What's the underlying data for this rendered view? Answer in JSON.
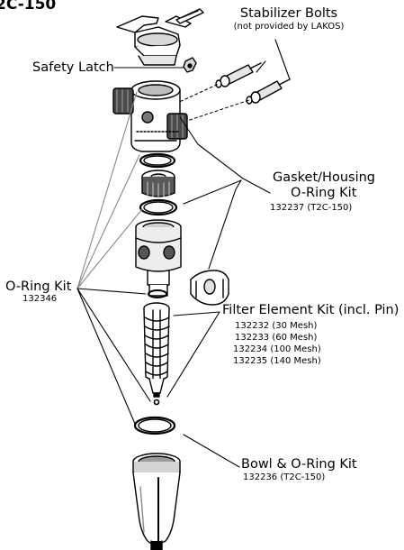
{
  "title": "2C-150",
  "labels": {
    "stabilizer": {
      "title": "Stabilizer Bolts",
      "note": "(not provided by LAKOS)"
    },
    "safety_latch": {
      "title": "Safety Latch"
    },
    "gasket": {
      "title1": "Gasket/Housing",
      "title2": "O-Ring Kit",
      "part": "132237 (T2C-150)"
    },
    "oring": {
      "title": "O-Ring Kit",
      "part": "132346"
    },
    "filter": {
      "title": "Filter Element Kit (incl. Pin)",
      "parts": [
        "132232 (30 Mesh)",
        "132233 (60 Mesh)",
        "132234 (100 Mesh)",
        "132235 (140 Mesh)"
      ]
    },
    "bowl": {
      "title": "Bowl & O-Ring Kit",
      "part": "132236 (T2C-150)"
    }
  }
}
